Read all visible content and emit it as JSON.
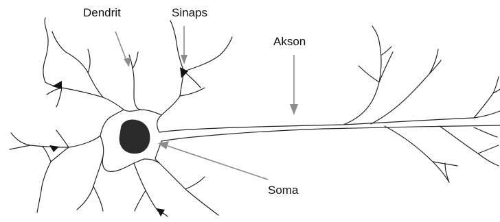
{
  "labels": {
    "dendrite": "Dendrit",
    "synapse": "Sinaps",
    "axon": "Akson",
    "soma": "Soma"
  },
  "colors": {
    "outline": "#222222",
    "nucleus": "#2a2a2a",
    "pointer": "#8c8c8c",
    "text": "#111111",
    "background": "#ffffff"
  }
}
